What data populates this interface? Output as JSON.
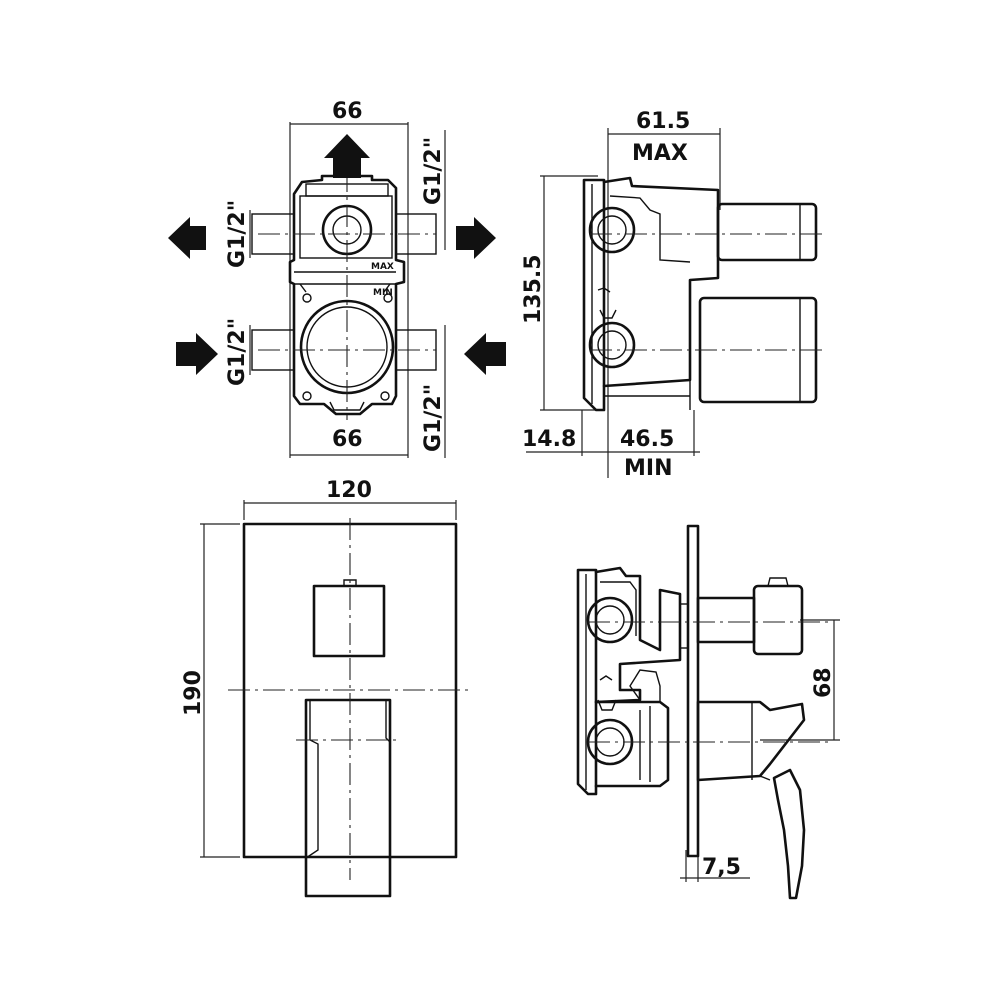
{
  "dimensions": {
    "top_width": "66",
    "bottom_width": "66",
    "thread_top": "G1/2\"",
    "thread_left_upper": "G1/2\"",
    "thread_left_lower": "G1/2\"",
    "thread_bottom": "G1/2\"",
    "depth_max": "61.5",
    "max_label": "MAX",
    "height": "135.5",
    "offset": "14.8",
    "depth_min": "46.5",
    "min_label": "MIN",
    "plate_width": "120",
    "plate_height": "190",
    "spacing": "68",
    "plate_thickness": "7,5"
  },
  "body_markings": {
    "max": "MAX",
    "min": "MIN"
  }
}
